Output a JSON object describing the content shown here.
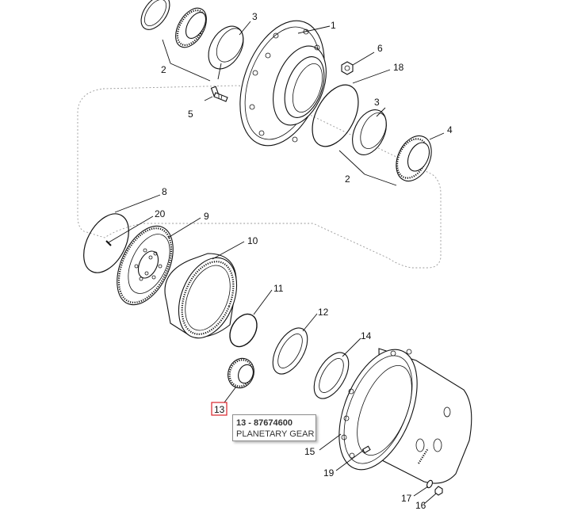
{
  "diagram": {
    "callouts": [
      {
        "id": "c1",
        "label": "1"
      },
      {
        "id": "c2a",
        "label": "2"
      },
      {
        "id": "c3a",
        "label": "3"
      },
      {
        "id": "c5",
        "label": "5"
      },
      {
        "id": "c6",
        "label": "6"
      },
      {
        "id": "c18",
        "label": "18"
      },
      {
        "id": "c3b",
        "label": "3"
      },
      {
        "id": "c4",
        "label": "4"
      },
      {
        "id": "c2b",
        "label": "2"
      },
      {
        "id": "c8",
        "label": "8"
      },
      {
        "id": "c20",
        "label": "20"
      },
      {
        "id": "c9",
        "label": "9"
      },
      {
        "id": "c10",
        "label": "10"
      },
      {
        "id": "c11",
        "label": "11"
      },
      {
        "id": "c12",
        "label": "12"
      },
      {
        "id": "c14",
        "label": "14"
      },
      {
        "id": "c13",
        "label": "13",
        "selected": true
      },
      {
        "id": "c15",
        "label": "15"
      },
      {
        "id": "c19",
        "label": "19"
      },
      {
        "id": "c17",
        "label": "17"
      },
      {
        "id": "c16",
        "label": "16"
      }
    ],
    "tooltip": {
      "title": "13 - 87674600",
      "description": "PLANETARY GEAR"
    }
  }
}
